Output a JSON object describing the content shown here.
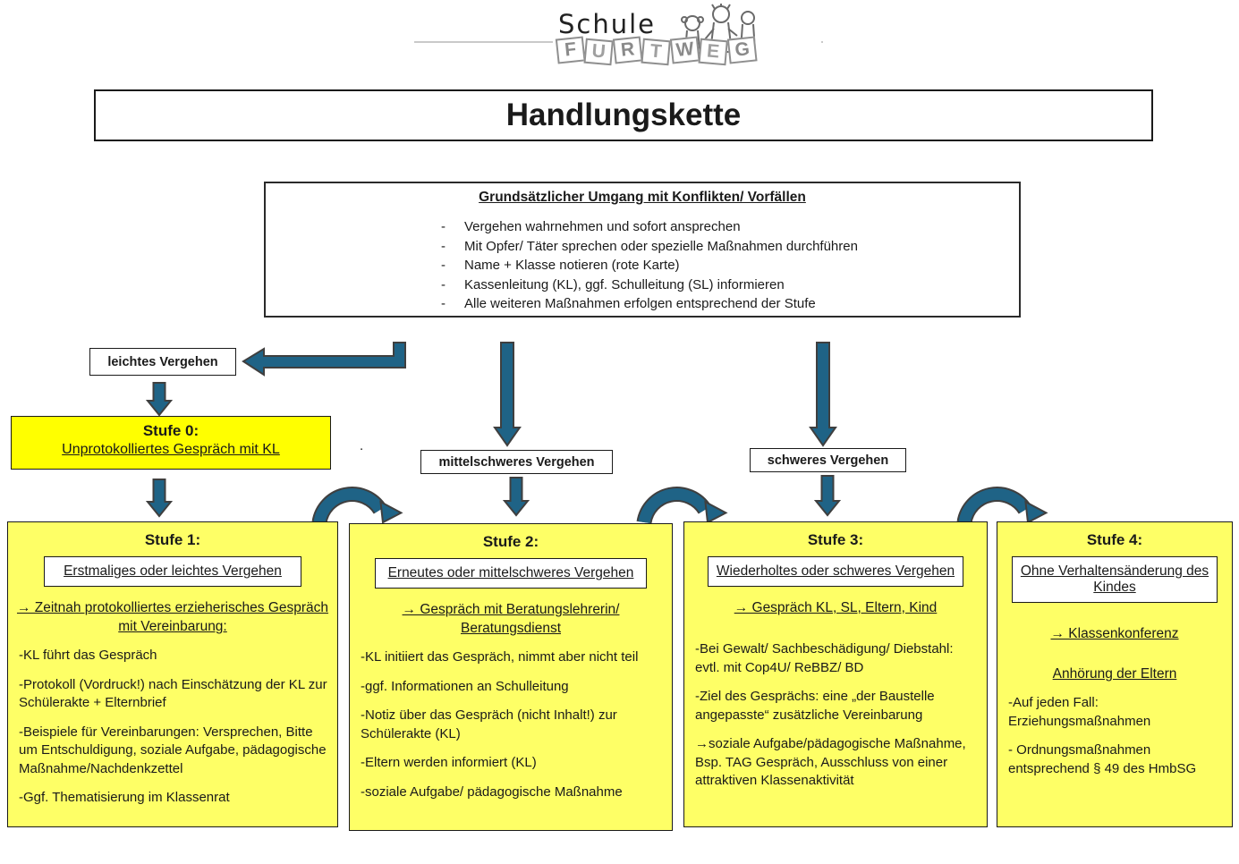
{
  "logo": {
    "school": "Schule",
    "letters": [
      "F",
      "U",
      "R",
      "T",
      "W",
      "E",
      "G"
    ]
  },
  "title": "Handlungskette",
  "main_box": {
    "title": "Grundsätzlicher Umgang mit Konflikten/ Vorfällen",
    "items": [
      "Vergehen wahrnehmen und sofort ansprechen",
      "Mit Opfer/ Täter sprechen oder spezielle Maßnahmen durchführen",
      "Name + Klasse notieren (rote Karte)",
      "Kassenleitung (KL), ggf. Schulleitung (SL) informieren",
      "Alle weiteren Maßnahmen erfolgen entsprechend der Stufe"
    ]
  },
  "severity": {
    "light": "leichtes Vergehen",
    "medium": "mittelschweres Vergehen",
    "heavy": "schweres Vergehen"
  },
  "stufe0": {
    "title": "Stufe 0:",
    "subtitle": "Unprotokolliertes Gespräch mit KL"
  },
  "stray_dot": ".",
  "columns": [
    {
      "title": "Stufe 1:",
      "box": "Erstmaliges oder leichtes Vergehen",
      "arrow_line": "→ Zeitnah protokolliertes erzieherisches Gespräch mit Vereinbarung:",
      "paragraphs": [
        "-KL führt das Gespräch",
        "-Protokoll (Vordruck!) nach Einschätzung der KL zur Schülerakte + Elternbrief",
        "-Beispiele für Vereinbarungen: Versprechen, Bitte um Entschuldigung, soziale Aufgabe, pädagogische Maßnahme/Nachdenkzettel",
        "-Ggf. Thematisierung im Klassenrat"
      ]
    },
    {
      "title": "Stufe 2:",
      "box": "Erneutes oder mittelschweres Vergehen",
      "arrow_line": "→ Gespräch mit Beratungslehrerin/ Beratungsdienst",
      "paragraphs": [
        "-KL initiiert das Gespräch, nimmt aber nicht teil",
        "-ggf. Informationen an Schulleitung",
        "-Notiz über das Gespräch (nicht Inhalt!) zur Schülerakte (KL)",
        "-Eltern werden informiert (KL)",
        "-soziale Aufgabe/ pädagogische Maßnahme"
      ]
    },
    {
      "title": "Stufe 3:",
      "box": "Wiederholtes oder schweres Vergehen",
      "arrow_line": "→ Gespräch KL, SL, Eltern, Kind",
      "paragraphs": [
        "-Bei Gewalt/ Sachbeschädigung/ Diebstahl: evtl. mit Cop4U/ ReBBZ/ BD",
        "-Ziel des Gesprächs: eine „der Baustelle angepasste“ zusätzliche Vereinbarung",
        "→soziale Aufgabe/pädagogische Maßnahme, Bsp. TAG Gespräch, Ausschluss von einer attraktiven Klassenaktivität"
      ]
    },
    {
      "title": "Stufe 4:",
      "box": "Ohne Verhaltensänderung des Kindes",
      "arrow_line": "→ Klassenkonferenz",
      "arrow_line2": "Anhörung der Eltern",
      "paragraphs": [
        "-Auf jeden Fall: Erziehungsmaßnahmen",
        "- Ordnungsmaßnahmen entsprechend § 49 des HmbSG"
      ]
    }
  ],
  "colors": {
    "arrow_fill": "#1F6386",
    "arrow_outline": "#3f3f3f",
    "yellow_bright": "#FFFF00",
    "yellow_soft": "#FEFF66"
  }
}
